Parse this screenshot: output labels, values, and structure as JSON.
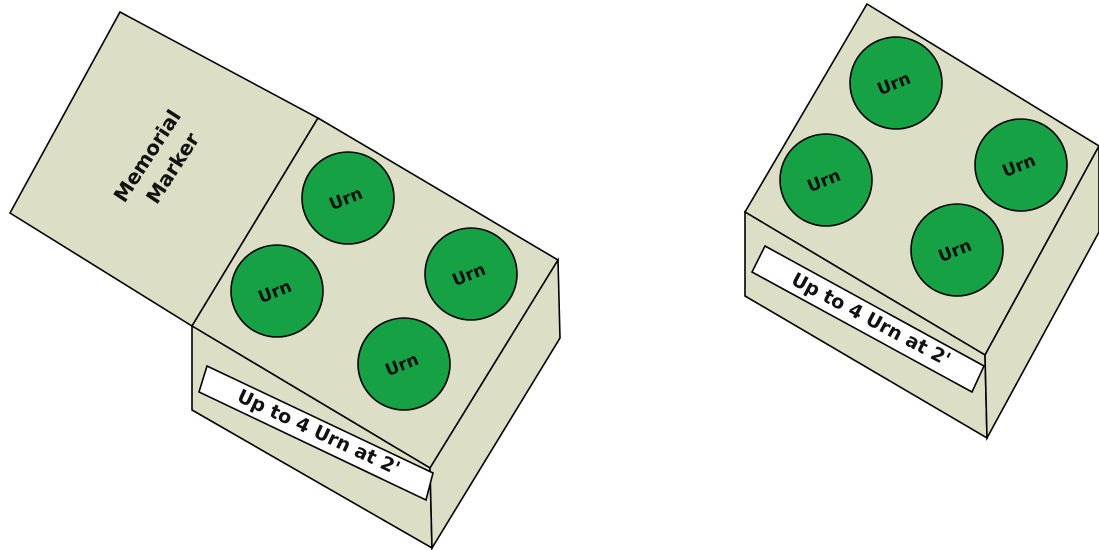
{
  "diagram": {
    "left_plot": {
      "marker_lines": [
        "Memorial",
        "Marker"
      ],
      "urn_labels": [
        "Urn",
        "Urn",
        "Urn",
        "Urn"
      ],
      "plaque": "Up to 4 Urn at 2'"
    },
    "right_plot": {
      "urn_labels": [
        "Urn",
        "Urn",
        "Urn",
        "Urn"
      ],
      "plaque": "Up to 4 Urn at 2'"
    }
  },
  "colors": {
    "box_fill": "#dcdfc5",
    "outline": "#000000",
    "urn_fill": "#17a145",
    "plaque_fill": "#ffffff",
    "background": "#ffffff"
  }
}
